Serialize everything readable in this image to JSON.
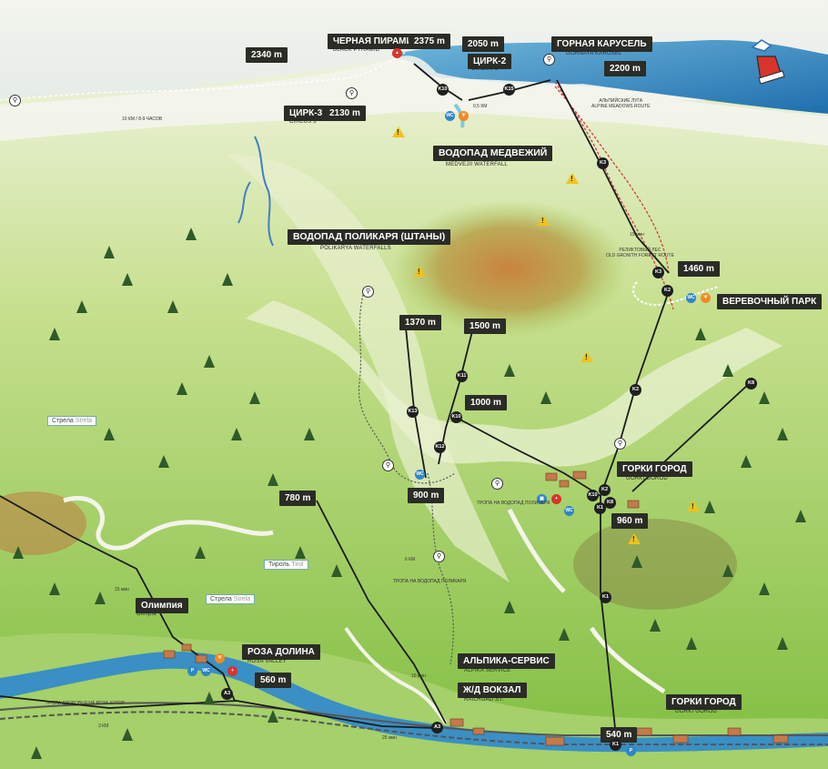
{
  "peaks": {
    "black_pyramid": {
      "title": "ЧЕРНАЯ ПИРАМИДА",
      "subtitle": "BLACK PYRAMID",
      "altitude": "2375 m"
    },
    "circus2": {
      "title": "ЦИРК-2",
      "subtitle": "CIRCUS 2",
      "altitude": "2050 m"
    },
    "gornaya_karusel": {
      "title": "ГОРНАЯ КАРУСЕЛЬ",
      "subtitle": "GORNAYA KARUSEL",
      "altitude": "2200 m"
    },
    "alt_2340": "2340 m",
    "circus3": {
      "title": "ЦИРК-3",
      "subtitle": "CIRCUS 3",
      "altitude": "2130 m"
    }
  },
  "waterfalls": {
    "medvezhiy": {
      "title": "ВОДОПАД МЕДВЕЖИЙ",
      "subtitle": "MEDVEJII WATERFALL"
    },
    "polikarya": {
      "title": "ВОДОПАД ПОЛИКАРЯ (ШТАНЫ)",
      "subtitle": "POLIKARYA WATERFALLS"
    }
  },
  "places": {
    "rope_park": "ВЕРЕВОЧНЫЙ ПАРК",
    "gorki_gorod": {
      "title": "ГОРКИ ГОРОД",
      "subtitle": "GORKI GOROD",
      "altitude": "960 m"
    },
    "gorki_gorod_low": {
      "title": "ГОРКИ ГОРОД",
      "subtitle": "GORKI GOROD",
      "altitude": "540 m"
    },
    "roza_dolina": {
      "title": "РОЗА ДОЛИНА",
      "subtitle": "ROSA VALLEY",
      "altitude": "560 m"
    },
    "alpika": {
      "title": "АЛЬПИКА-СЕРВИС",
      "subtitle": "ALPIKA SERVICE"
    },
    "railway": {
      "title": "Ж/Д ВОКЗАЛ",
      "subtitle": "RAILROAD ST."
    },
    "olimpia": {
      "title": "Олимпия",
      "subtitle": "Olimpia"
    }
  },
  "altitudes": {
    "a1460": "1460 m",
    "a1370": "1370 m",
    "a1500": "1500 m",
    "a1000": "1000 m",
    "a900": "900 m",
    "a780": "780 m"
  },
  "tags": {
    "strela1": "Стрела",
    "strela1_en": "Strela",
    "strela2": "Стрела",
    "strela2_en": "Strela",
    "tirol": "Тироль",
    "tirol_en": "Tirol"
  },
  "lifts": [
    "K1",
    "K2",
    "K3",
    "K8",
    "K10",
    "K11",
    "K12",
    "K13",
    "K15",
    "A3"
  ],
  "notes": {
    "trail_ridge": "10 КМ / 8-9 ЧАСОВ",
    "trail_alpine": "АЛЬПИЙСКИЕ ЛУГА",
    "trail_alpine_en": "ALPINE MEADOWS ROUTE",
    "trail_forest": "РЕЛИКТОВЫЙ ЛЕС",
    "trail_forest_en": "OLD GROWTH FOREST ROUTE",
    "time_15": "15 мин",
    "time_25": "25 мин",
    "time_10": "10 мин",
    "km_05": "0,5 КМ",
    "km_6": "6 КМ",
    "trail_polikarya": "ТРОПА НА ВОДОПАД ПОЛИКАРЯ",
    "trail_health": "ТРОПА ЗДОРОВЬЯ НА РОЗА ХУТОР",
    "km_3": "3 КМ"
  },
  "colors": {
    "label_bg": "#2a2c25",
    "lift_line": "#1b1b1b",
    "warning": "#f1c21b",
    "sea": "#2f7fb5",
    "grass": "#9cc95a"
  }
}
